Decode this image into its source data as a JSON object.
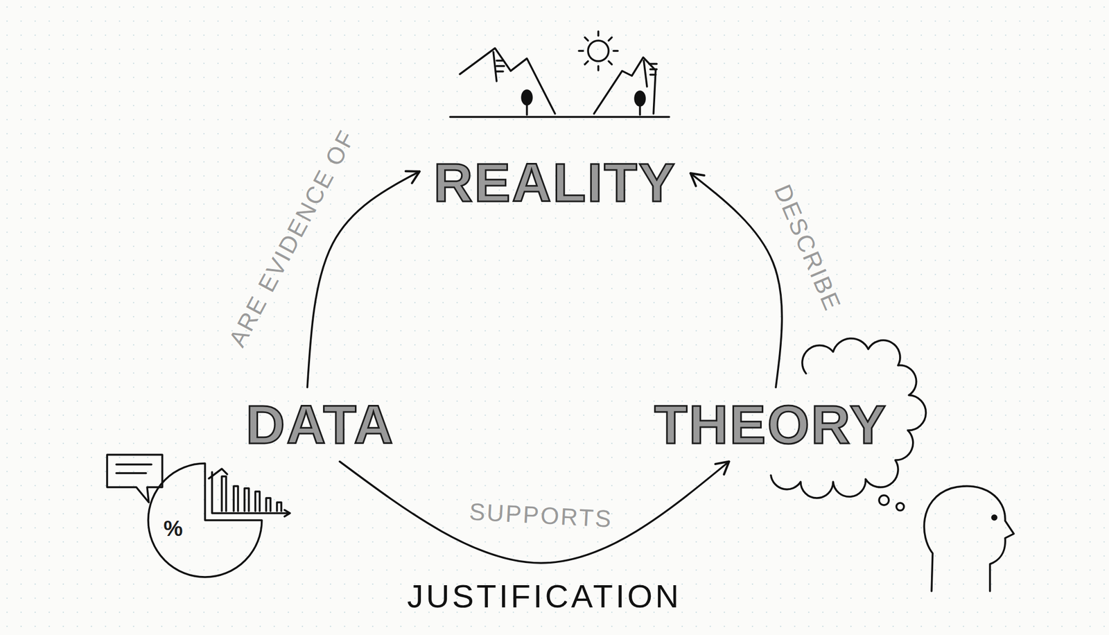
{
  "diagram": {
    "caption": "JUSTIFICATION",
    "nodes": [
      {
        "text": [
          "REALITY"
        ]
      },
      {
        "text": [
          "DATA"
        ]
      },
      {
        "text": [
          "THEORY"
        ]
      }
    ],
    "edges": [
      {
        "from": 1,
        "to": 0,
        "label": "ARE EVIDENCE OF",
        "arrow": "to"
      },
      {
        "from": 2,
        "to": 0,
        "label": "DESCRIBE",
        "arrow": "to"
      },
      {
        "from": 1,
        "to": 2,
        "label": "SUPPORTS",
        "arrow": "to"
      }
    ],
    "labels": [
      "%"
    ]
  }
}
